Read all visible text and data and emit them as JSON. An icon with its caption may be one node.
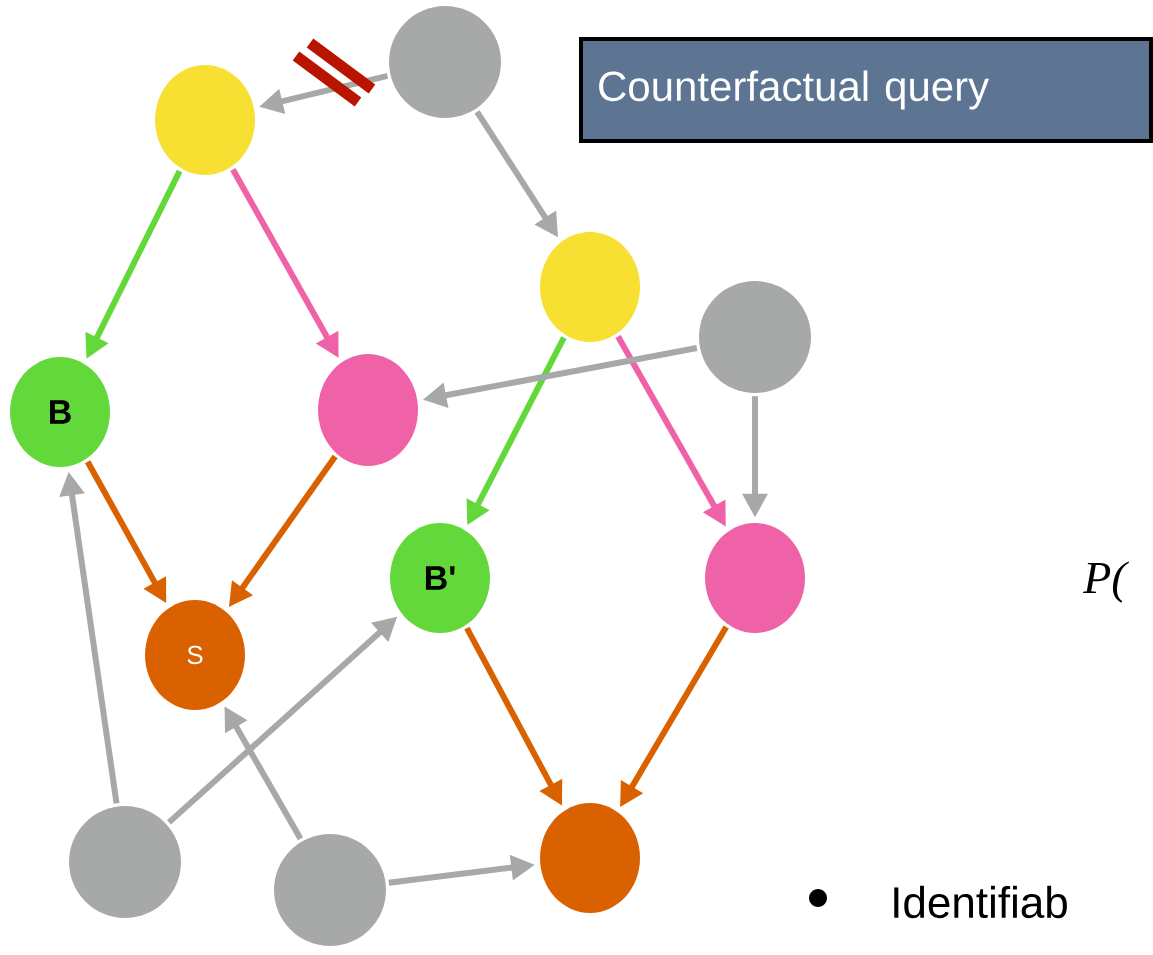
{
  "diagram": {
    "title": "Counterfactual query",
    "nodes": [
      {
        "text": [],
        "shape": "circle"
      },
      {
        "text": [],
        "shape": "circle"
      },
      {
        "text": [],
        "shape": "circle"
      },
      {
        "text": [],
        "shape": "circle"
      },
      {
        "text": [
          "B"
        ]
      },
      {
        "text": [],
        "shape": "circle"
      },
      {
        "text": [
          "B'"
        ]
      },
      {
        "text": [],
        "shape": "circle"
      },
      {
        "text": [
          "S"
        ]
      },
      {
        "text": [],
        "shape": "circle"
      },
      {
        "text": [],
        "shape": "circle"
      },
      {
        "text": [],
        "shape": "circle"
      }
    ],
    "edges": [
      {
        "from": 0,
        "to": 1,
        "arrow": "to"
      },
      {
        "from": 0,
        "to": 2,
        "arrow": "to"
      },
      {
        "from": 1,
        "to": 4,
        "arrow": "to",
        "color": "#62d83a"
      },
      {
        "from": 1,
        "to": 5,
        "arrow": "to",
        "color": "#ef62a8"
      },
      {
        "from": 2,
        "to": 6,
        "arrow": "to",
        "color": "#62d83a"
      },
      {
        "from": 2,
        "to": 7,
        "arrow": "to",
        "color": "#ef62a8"
      },
      {
        "from": 3,
        "to": 5,
        "arrow": "to"
      },
      {
        "from": 3,
        "to": 7,
        "arrow": "to"
      },
      {
        "from": 4,
        "to": 8,
        "arrow": "to",
        "color": "#d96100"
      },
      {
        "from": 5,
        "to": 8,
        "arrow": "to",
        "color": "#d96100"
      },
      {
        "from": 6,
        "to": 11,
        "arrow": "to",
        "color": "#d96100"
      },
      {
        "from": 7,
        "to": 11,
        "arrow": "to",
        "color": "#d96100"
      },
      {
        "from": 9,
        "to": 4,
        "arrow": "to"
      },
      {
        "from": 9,
        "to": 6,
        "arrow": "to"
      },
      {
        "from": 10,
        "to": 8,
        "arrow": "to"
      },
      {
        "from": 10,
        "to": 11,
        "arrow": "to"
      }
    ],
    "labels": [
      "P(",
      "Identifiab"
    ]
  }
}
